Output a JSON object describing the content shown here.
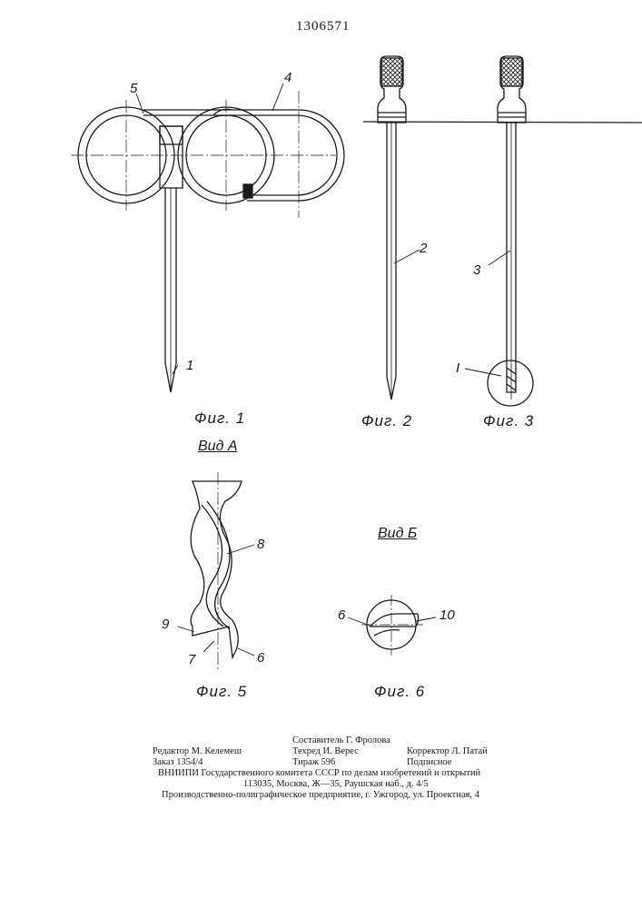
{
  "patent_number": "1306571",
  "part_labels": {
    "p1": "1",
    "p2": "2",
    "p3": "3",
    "p4": "4",
    "p5": "5",
    "p6a": "6",
    "p6b": "6",
    "p7": "7",
    "p8": "8",
    "p9": "9",
    "p10": "10",
    "detail": "I"
  },
  "captions": {
    "fig1": "Фиг. 1",
    "fig2": "Фиг. 2",
    "fig3": "Фиг. 3",
    "fig5": "Фиг. 5",
    "fig6": "Фиг. 6",
    "view_a": "Вид А",
    "view_b": "Вид Б"
  },
  "footer": {
    "compiler": "Составитель Г. Фролова",
    "editor": "Редактор М. Келемеш",
    "tech_editor": "Техред И. Верес",
    "corrector": "Корректор Л. Патай",
    "order": "Заказ 1354/4",
    "circulation": "Тираж 596",
    "subscription": "Подписное",
    "institute": "ВНИИПИ Государственного комитета СССР по делам изобретений и открытий",
    "address": "113035, Москва, Ж—35, Раушская наб., д. 4/5",
    "printer": "Производственно-полиграфическое предприятие, г. Ужгород, ул. Проектная, 4"
  }
}
